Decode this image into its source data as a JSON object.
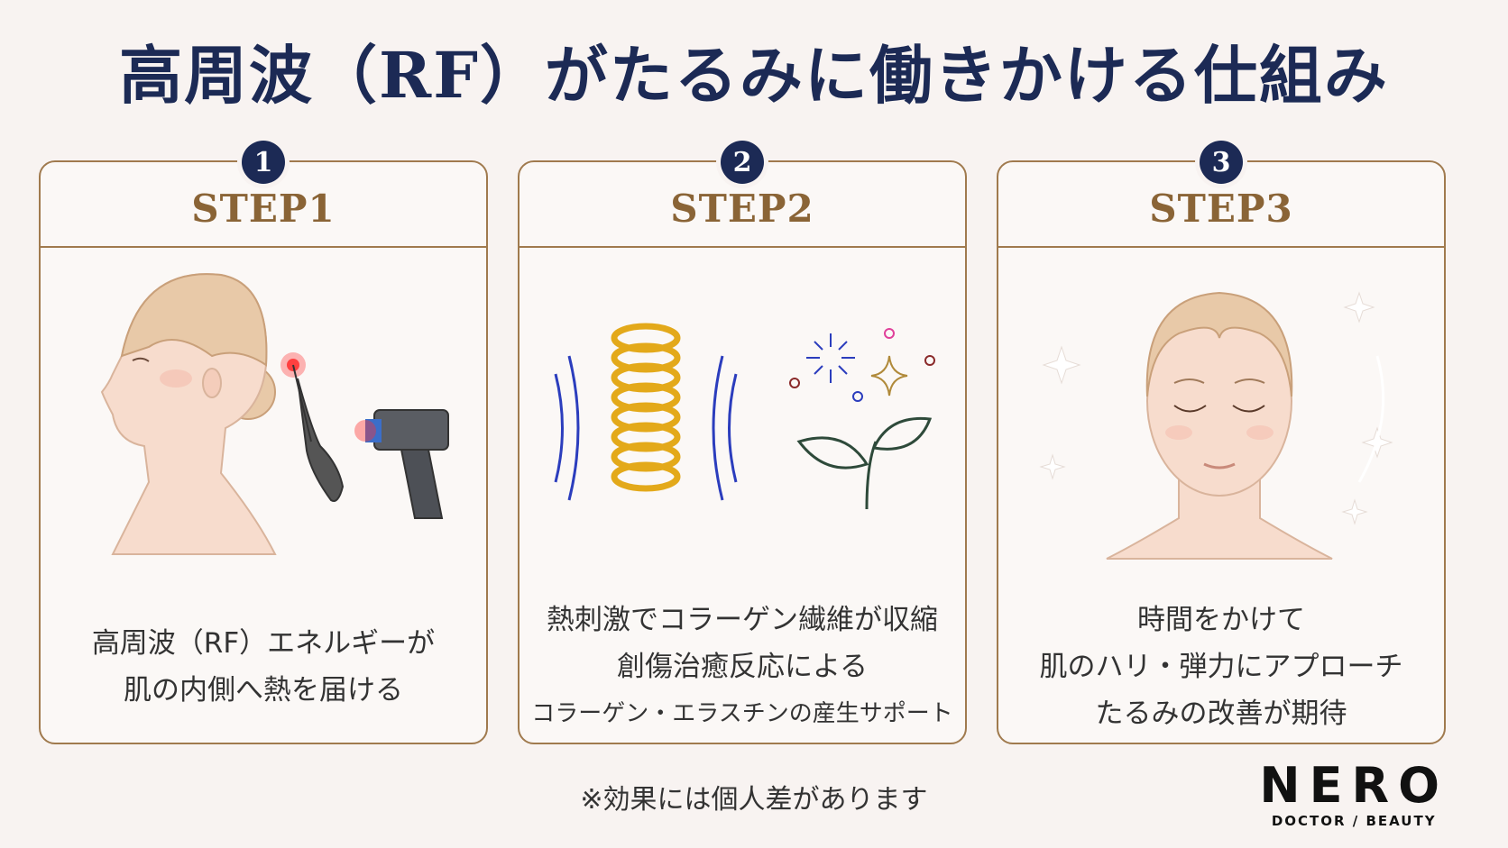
{
  "title": "高周波（RF）がたるみに働きかける仕組み",
  "steps": [
    {
      "number": "1",
      "label": "STEP1",
      "lines": [
        "高周波（RF）エネルギーが",
        "肌の内側へ熱を届ける"
      ]
    },
    {
      "number": "2",
      "label": "STEP2",
      "lines": [
        "熱刺激でコラーゲン繊維が収縮",
        "創傷治癒反応による",
        "コラーゲン・エラスチンの産生サポート"
      ]
    },
    {
      "number": "3",
      "label": "STEP3",
      "lines": [
        "時間をかけて",
        "肌のハリ・弾力にアプローチ",
        "たるみの改善が期待"
      ]
    }
  ],
  "note": "※効果には個人差があります",
  "logo": {
    "main": "NERO",
    "sub": "DOCTOR / BEAUTY"
  },
  "colors": {
    "navy": "#1c2a55",
    "gold": "#a07a4e",
    "coil": "#e3a91a",
    "wave": "#2b3dbd",
    "plant": "#2e4a3a"
  }
}
